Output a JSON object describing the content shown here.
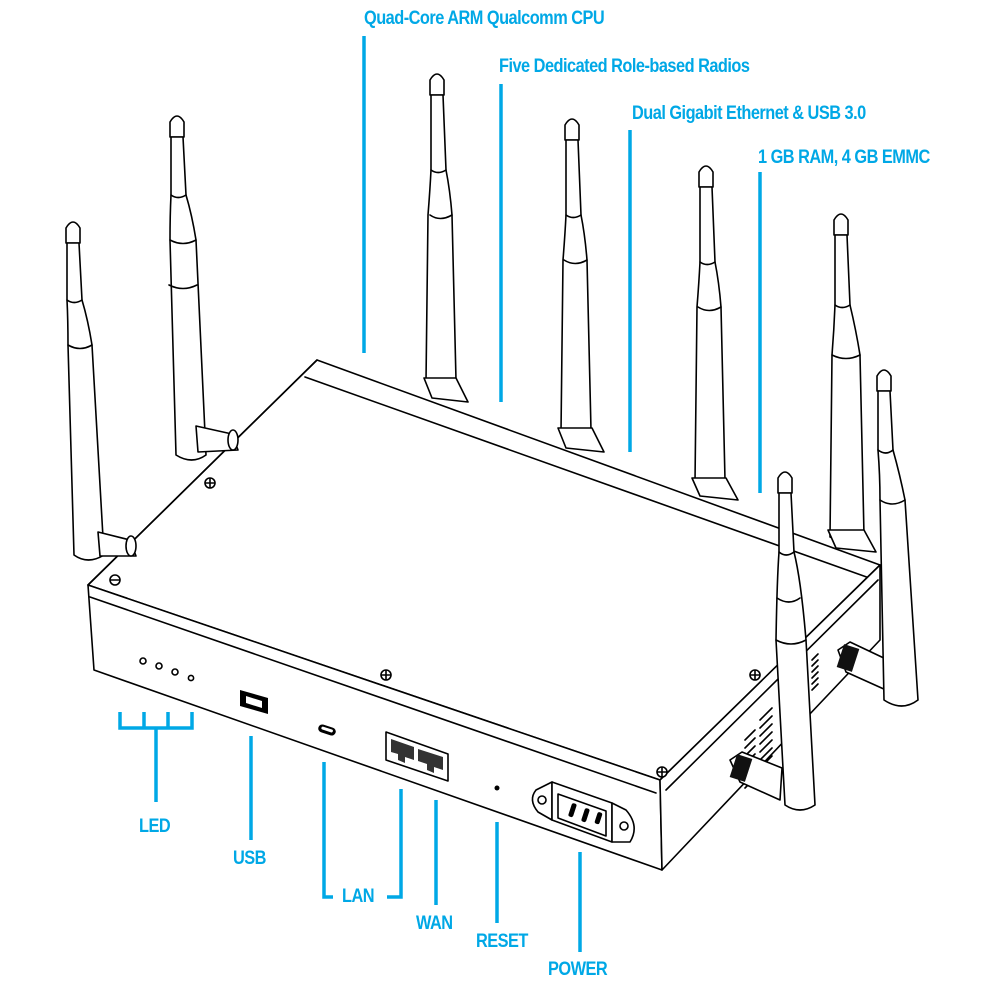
{
  "diagram": {
    "type": "product-illustration",
    "subject": "router",
    "accent_color": "#00a8e6",
    "line_color": "#000000",
    "background": "#ffffff",
    "feature_callouts": [
      {
        "id": "cpu",
        "label": "Quad-Core ARM Qualcomm CPU"
      },
      {
        "id": "radios",
        "label": "Five Dedicated Role-based Radios"
      },
      {
        "id": "ethernet",
        "label": "Dual Gigabit Ethernet & USB 3.0"
      },
      {
        "id": "memory",
        "label": "1 GB RAM, 4 GB EMMC"
      }
    ],
    "port_callouts": [
      {
        "id": "led",
        "label": "LED"
      },
      {
        "id": "usb",
        "label": "USB"
      },
      {
        "id": "lan",
        "label": "LAN"
      },
      {
        "id": "wan",
        "label": "WAN"
      },
      {
        "id": "reset",
        "label": "RESET"
      },
      {
        "id": "power",
        "label": "POWER"
      }
    ],
    "antenna_count": 8,
    "led_count": 4
  }
}
